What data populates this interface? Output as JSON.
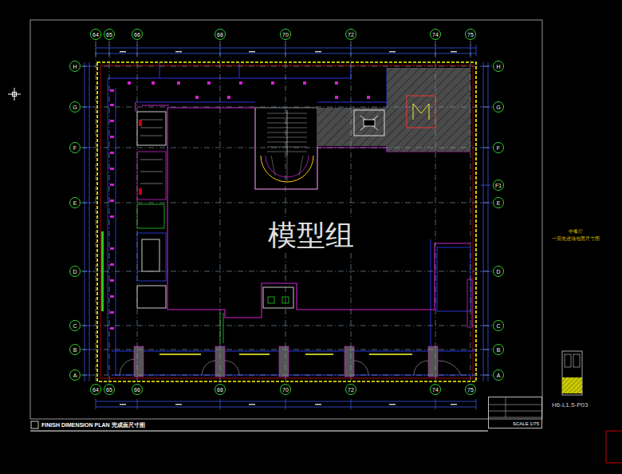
{
  "diagram": {
    "title": "FINISH DIMENSION PLAN 完成面尺寸图",
    "nodes": [
      {
        "text": [
          "64"
        ]
      },
      {
        "text": [
          "65"
        ]
      },
      {
        "text": [
          "66"
        ]
      },
      {
        "text": [
          "68"
        ]
      },
      {
        "text": [
          "70"
        ]
      },
      {
        "text": [
          "72"
        ]
      },
      {
        "text": [
          "74"
        ]
      },
      {
        "text": [
          "75"
        ]
      },
      {
        "text": [
          "H"
        ]
      },
      {
        "text": [
          "G"
        ]
      },
      {
        "text": [
          "F"
        ]
      },
      {
        "text": [
          "E"
        ]
      },
      {
        "text": [
          "D"
        ]
      },
      {
        "text": [
          "C"
        ]
      },
      {
        "text": [
          "B"
        ]
      },
      {
        "text": [
          "A"
        ]
      },
      {
        "text": [
          "H"
        ]
      },
      {
        "text": [
          "G"
        ]
      },
      {
        "text": [
          "F"
        ]
      },
      {
        "text": [
          "F1"
        ]
      },
      {
        "text": [
          "E"
        ]
      },
      {
        "text": [
          "D"
        ]
      },
      {
        "text": [
          "C"
        ]
      },
      {
        "text": [
          "B"
        ]
      },
      {
        "text": [
          "A"
        ]
      },
      {
        "text": [
          "64"
        ]
      },
      {
        "text": [
          "65"
        ]
      },
      {
        "text": [
          "66"
        ]
      },
      {
        "text": [
          "68"
        ]
      },
      {
        "text": [
          "70"
        ]
      },
      {
        "text": [
          "72"
        ]
      },
      {
        "text": [
          "74"
        ]
      },
      {
        "text": [
          "75"
        ]
      },
      {
        "text": [
          "SCALE 1/75"
        ]
      }
    ],
    "edges": [
      {
        "from": 0,
        "to": 25,
        "arrow": "none"
      },
      {
        "from": 1,
        "to": 26,
        "arrow": "none"
      },
      {
        "from": 2,
        "to": 27,
        "arrow": "none"
      },
      {
        "from": 3,
        "to": 28,
        "arrow": "none"
      },
      {
        "from": 4,
        "to": 29,
        "arrow": "none"
      },
      {
        "from": 5,
        "to": 30,
        "arrow": "none"
      },
      {
        "from": 6,
        "to": 31,
        "arrow": "none"
      },
      {
        "from": 7,
        "to": 32,
        "arrow": "none"
      },
      {
        "from": 8,
        "to": 16,
        "arrow": "none"
      },
      {
        "from": 9,
        "to": 17,
        "arrow": "none"
      },
      {
        "from": 10,
        "to": 18,
        "arrow": "none"
      },
      {
        "from": 11,
        "to": 20,
        "arrow": "none"
      },
      {
        "from": 12,
        "to": 21,
        "arrow": "none"
      },
      {
        "from": 13,
        "to": 22,
        "arrow": "none"
      },
      {
        "from": 14,
        "to": 23,
        "arrow": "none"
      },
      {
        "from": 15,
        "to": 24,
        "arrow": "none"
      }
    ],
    "labels": [
      "模型组",
      "H6-L1.5-P03",
      "中餐厅",
      "一层先进场地面尺寸图"
    ]
  }
}
